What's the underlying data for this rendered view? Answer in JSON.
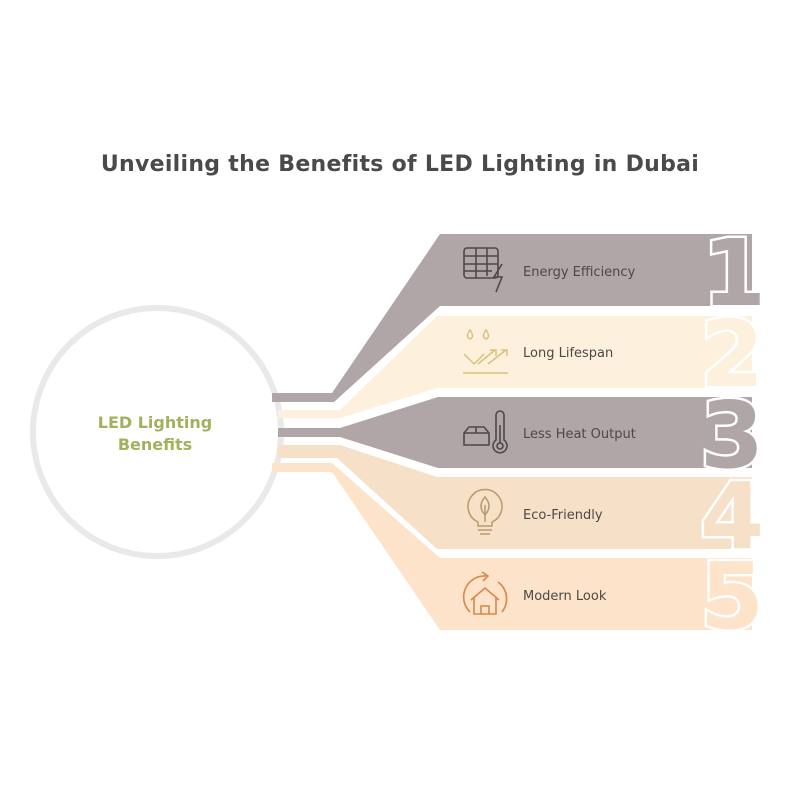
{
  "title": "Unveiling the Benefits of LED Lighting in Dubai",
  "center": {
    "line1": "LED Lighting",
    "line2": "Benefits"
  },
  "colors": {
    "grey": "#b0a5a7",
    "cream": "#fdf0dd",
    "peach": "#f6e0c8",
    "light_peach": "#fde3c9",
    "accent_green": "#a4b05c"
  },
  "items": [
    {
      "number": "1",
      "label": "Energy Efficiency",
      "icon": "solar-panel-bolt-icon"
    },
    {
      "number": "2",
      "label": "Long Lifespan",
      "icon": "drops-growth-arrow-icon"
    },
    {
      "number": "3",
      "label": "Less Heat Output",
      "icon": "box-thermometer-icon"
    },
    {
      "number": "4",
      "label": "Eco-Friendly",
      "icon": "bulb-leaf-icon"
    },
    {
      "number": "5",
      "label": "Modern Look",
      "icon": "house-refresh-icon"
    }
  ]
}
